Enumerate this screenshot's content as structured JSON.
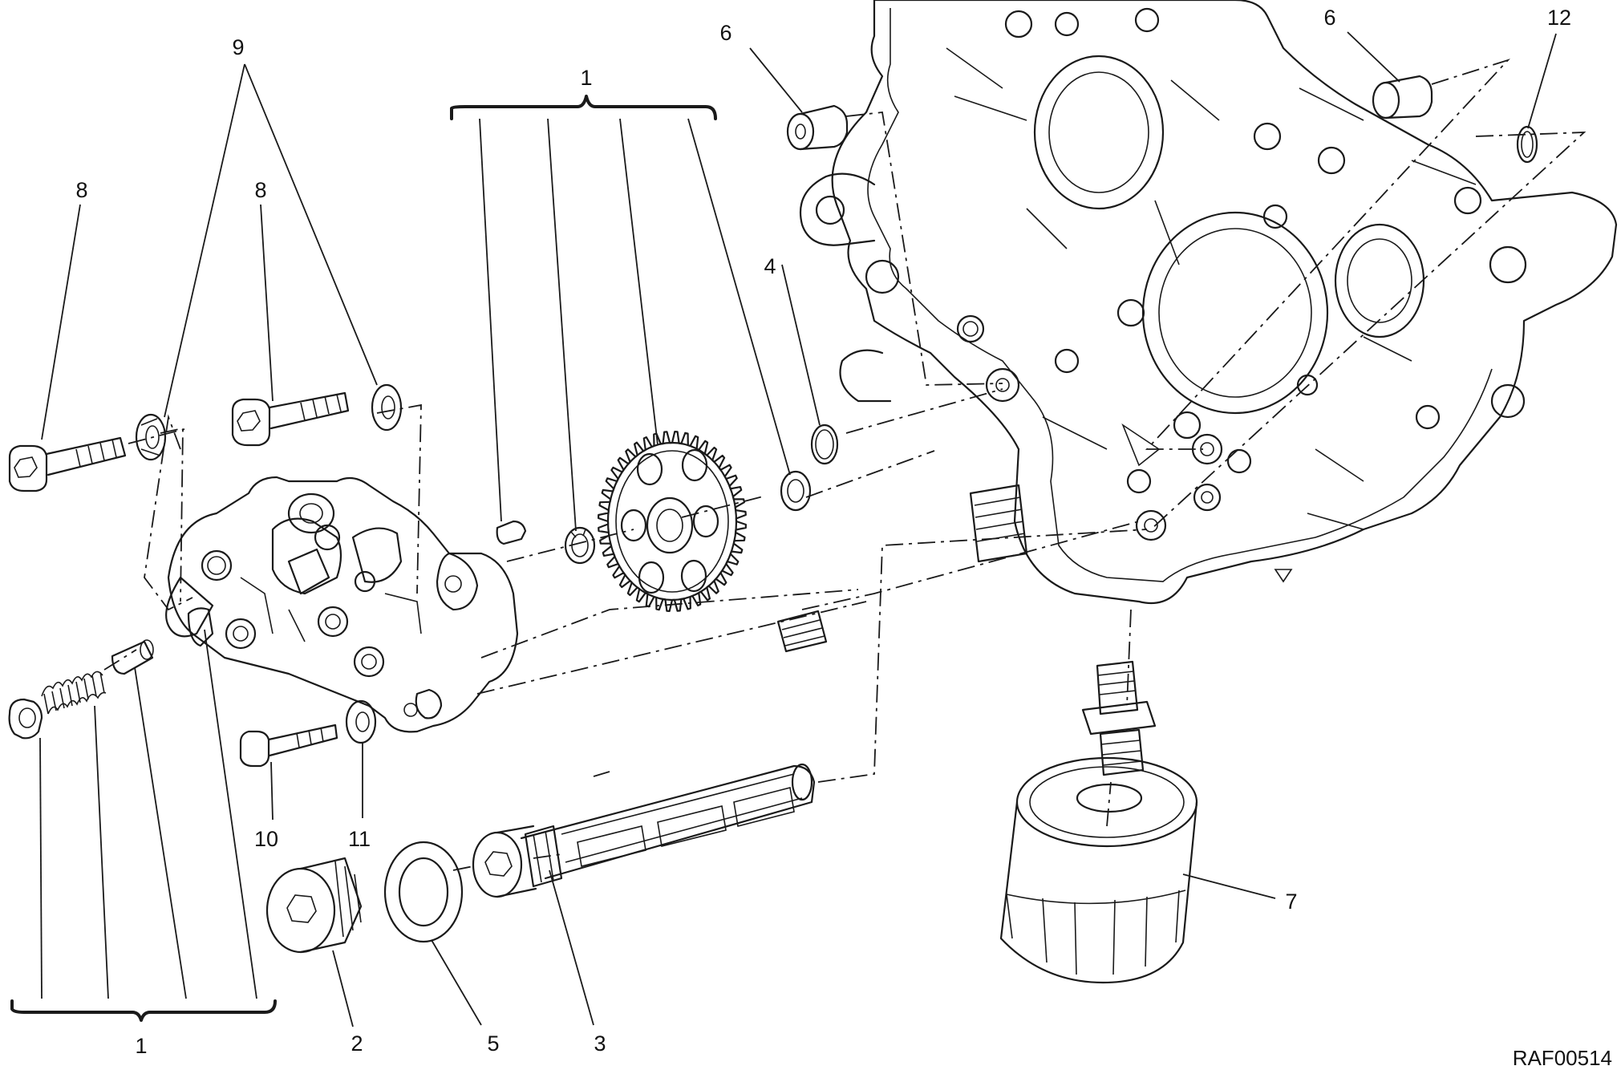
{
  "diagram": {
    "reference_code": "RAF00514",
    "callouts": [
      {
        "id": "c1-top",
        "text": "1"
      },
      {
        "id": "c1-bottom",
        "text": "1"
      },
      {
        "id": "c2",
        "text": "2"
      },
      {
        "id": "c3",
        "text": "3"
      },
      {
        "id": "c4",
        "text": "4"
      },
      {
        "id": "c5",
        "text": "5"
      },
      {
        "id": "c6-left",
        "text": "6"
      },
      {
        "id": "c6-right",
        "text": "6"
      },
      {
        "id": "c7",
        "text": "7"
      },
      {
        "id": "c8-left",
        "text": "8"
      },
      {
        "id": "c8-right",
        "text": "8"
      },
      {
        "id": "c9",
        "text": "9"
      },
      {
        "id": "c10",
        "text": "10"
      },
      {
        "id": "c11",
        "text": "11"
      },
      {
        "id": "c12",
        "text": "12"
      }
    ]
  },
  "colors": {
    "line": "#1a1a1a",
    "background": "#ffffff"
  }
}
